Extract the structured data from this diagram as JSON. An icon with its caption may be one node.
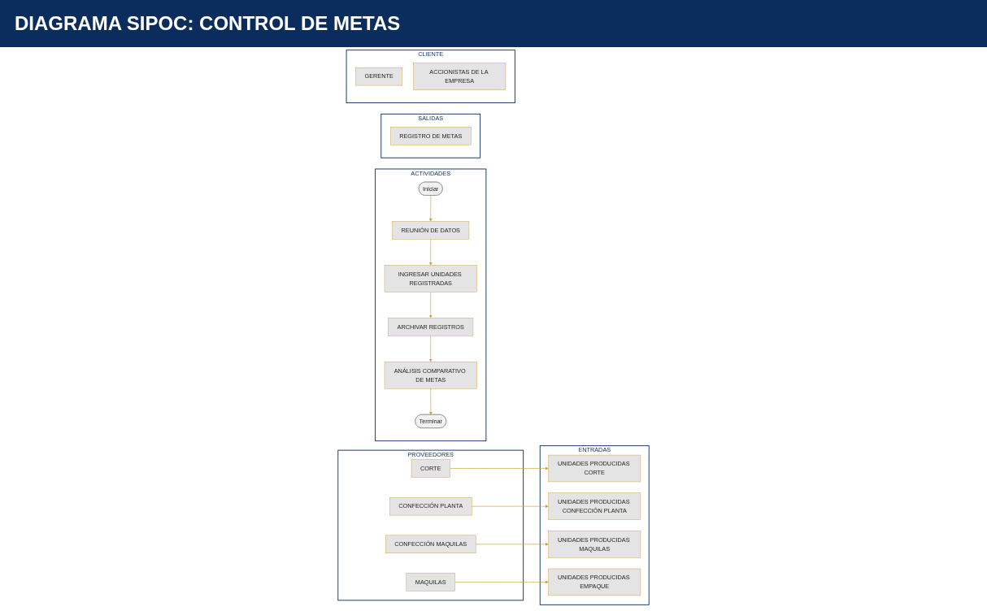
{
  "diagram": {
    "title": "DIAGRAMA SIPOC: CONTROL DE METAS",
    "nodes": [
      {
        "text": [
          "PROVEEDORES"
        ]
      },
      {
        "text": [
          "CORTE"
        ],
        "in": 0
      },
      {
        "text": [
          "CONFECCIÓN PLANTA"
        ],
        "in": 0
      },
      {
        "text": [
          "CONFECCIÓN MAQUILAS"
        ],
        "in": 0
      },
      {
        "text": [
          "MAQUILAS"
        ],
        "in": 0
      },
      {
        "text": [
          "ENTRADAS"
        ]
      },
      {
        "text": [
          "UNIDADES PRODUCIDAS CORTE"
        ],
        "in": 5
      },
      {
        "text": [
          "UNIDADES PRODUCIDAS CONFECCIÓN PLANTA"
        ],
        "in": 5
      },
      {
        "text": [
          "UNIDADES PRODUCIDAS MAQUILAS"
        ],
        "in": 5
      },
      {
        "text": [
          "UNIDADES PRODUCIDAS EMPAQUE"
        ],
        "in": 5
      },
      {
        "text": [
          "ACTIVIDADES"
        ]
      },
      {
        "text": [
          "Iniciar"
        ],
        "in": 10
      },
      {
        "text": [
          "REUNIÓN DE DATOS"
        ],
        "in": 10
      },
      {
        "text": [
          "INGRESAR UNIDADES REGISTRADAS"
        ],
        "in": 10
      },
      {
        "text": [
          "ARCHIVAR REGISTROS"
        ],
        "in": 10
      },
      {
        "text": [
          "ANÁLISIS COMPARATIVO DE METAS"
        ],
        "in": 10
      },
      {
        "text": [
          "Terminar"
        ],
        "in": 10
      },
      {
        "text": [
          "SALIDAS"
        ]
      },
      {
        "text": [
          "REGISTRO DE METAS"
        ],
        "in": 17
      },
      {
        "text": [
          "CLIENTE"
        ]
      },
      {
        "text": [
          "GERENTE"
        ],
        "in": 19
      },
      {
        "text": [
          "ACCIONISTAS DE LA EMPRESA"
        ],
        "in": 19
      }
    ],
    "edges": [
      {
        "from": 1,
        "to": 6,
        "arrow": "to",
        "color": "#c9a23f"
      },
      {
        "from": 2,
        "to": 7,
        "arrow": "to",
        "color": "#c9a23f"
      },
      {
        "from": 3,
        "to": 8,
        "arrow": "to",
        "color": "#c9a23f"
      },
      {
        "from": 4,
        "to": 9,
        "arrow": "to",
        "color": "#c9a23f"
      },
      {
        "from": 11,
        "to": 12,
        "arrow": "to",
        "color": "#c9a23f"
      },
      {
        "from": 12,
        "to": 13,
        "arrow": "to",
        "color": "#c9a23f"
      },
      {
        "from": 13,
        "to": 14,
        "arrow": "to",
        "color": "#c9a23f"
      },
      {
        "from": 14,
        "to": 15,
        "arrow": "to",
        "color": "#c9a23f"
      },
      {
        "from": 15,
        "to": 16,
        "arrow": "to",
        "color": "#c9a23f"
      }
    ]
  }
}
